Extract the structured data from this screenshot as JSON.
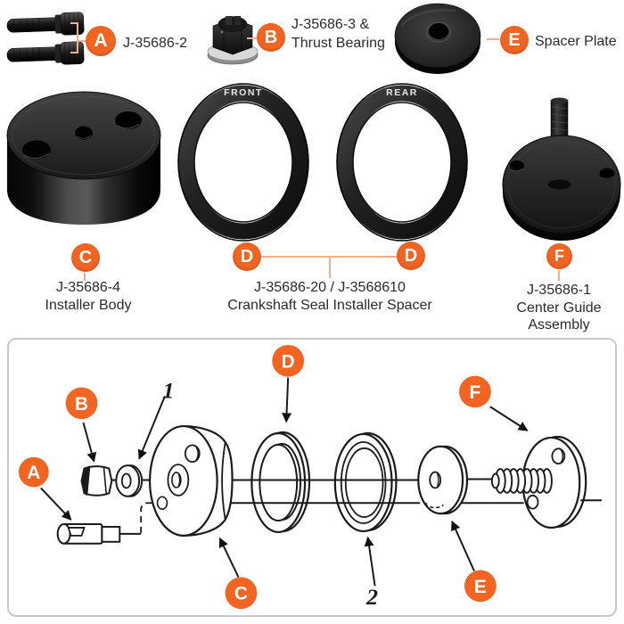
{
  "palette": {
    "accent_orange": "#F26422",
    "connector_salmon": "#F2AE93",
    "ink": "#2B2A29",
    "diagram_line": "#1A1A1A",
    "panel_border": "#C9C9C9"
  },
  "top": {
    "item_a": {
      "letter": "A",
      "label": "J-35686-2"
    },
    "item_b": {
      "letter": "B",
      "label_line1": "J-35686-3 &",
      "label_line2": "Thrust Bearing"
    },
    "item_e": {
      "letter": "E",
      "label": "Spacer Plate"
    },
    "item_c": {
      "letter": "C",
      "part_number": "J-35686-4",
      "part_name": "Installer Body"
    },
    "item_d": {
      "letter": "D",
      "part_number": "J-35686-20 / J-3568610",
      "part_name": "Crankshaft Seal Installer Spacer",
      "front_ring_marking": "FRONT",
      "rear_ring_marking": "REAR"
    },
    "item_f": {
      "letter": "F",
      "part_number": "J-35686-1",
      "part_name_line1": "Center Guide",
      "part_name_line2": "Assembly"
    }
  },
  "diagram": {
    "callout_a": "A",
    "callout_b": "B",
    "callout_c": "C",
    "callout_d": "D",
    "callout_e": "E",
    "callout_f": "F",
    "ref_1": "1",
    "ref_2": "2"
  }
}
